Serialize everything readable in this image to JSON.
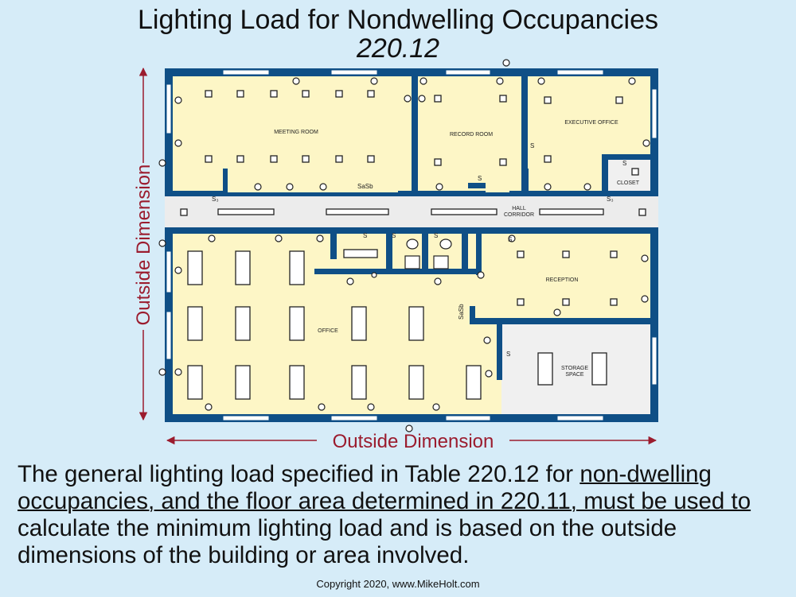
{
  "title": {
    "line1": "Lighting Load for Nondwelling Occupancies",
    "line2": "220.12"
  },
  "dimensions": {
    "vertical": "Outside Dimension",
    "horizontal": "Outside Dimension"
  },
  "rooms": {
    "meeting_room": "MEETING ROOM",
    "record_room": "RECORD ROOM",
    "executive_office": "EXECUTIVE OFFICE",
    "closet": "CLOSET",
    "hall": "HALL",
    "corridor": "CORRIDOR",
    "reception": "RECEPTION",
    "office": "OFFICE",
    "storage_1": "STORAGE",
    "storage_2": "SPACE"
  },
  "switches": {
    "s": "S",
    "s3": "S₃",
    "sasb": "SaSb"
  },
  "description": {
    "part1": "The general lighting load specified in Table 220.12 for ",
    "underlined": "non-dwelling occupancies, and the floor area determined in 220.11, must be used to",
    "part2": " calculate the minimum lighting load and is based on the outside dimensions of the building or area involved."
  },
  "copyright": "Copyright 2020, www.MikeHolt.com",
  "colors": {
    "wall": "#0f4f86",
    "floor": "#fdf6c6",
    "hall": "#ececec",
    "storage": "#f0f0f0",
    "dimension": "#9b1c2e"
  }
}
